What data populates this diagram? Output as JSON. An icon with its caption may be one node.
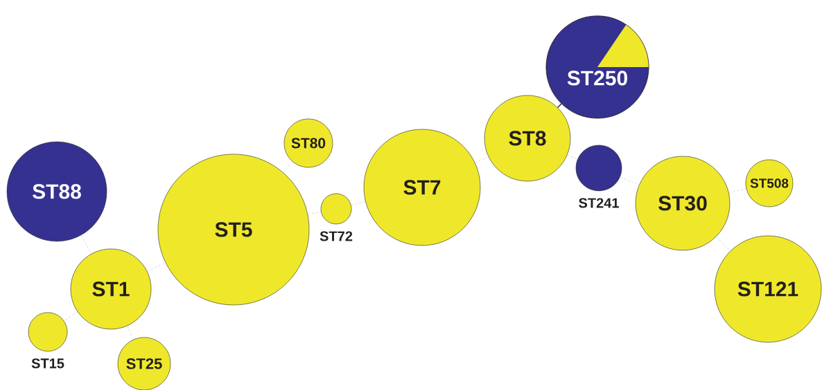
{
  "diagram": {
    "nodes": [
      {
        "text": [
          "ST88"
        ]
      },
      {
        "text": [
          "ST1"
        ]
      },
      {
        "text": [
          "ST15"
        ]
      },
      {
        "text": [
          "ST25"
        ]
      },
      {
        "text": [
          "ST5"
        ]
      },
      {
        "text": [
          "ST80"
        ]
      },
      {
        "text": [
          "ST72"
        ]
      },
      {
        "text": [
          "ST7"
        ]
      },
      {
        "text": [
          "ST8"
        ]
      },
      {
        "text": [
          "ST250"
        ]
      },
      {
        "text": [
          "ST241"
        ]
      },
      {
        "text": [
          "ST30"
        ]
      },
      {
        "text": [
          "ST508"
        ]
      },
      {
        "text": [
          "ST121"
        ]
      }
    ],
    "edges": [
      {
        "from": 0,
        "to": 1,
        "arrow": "none",
        "style": "dashed"
      },
      {
        "from": 1,
        "to": 4,
        "arrow": "none",
        "style": "dashed"
      },
      {
        "from": 1,
        "to": 2,
        "arrow": "none",
        "style": "dashed"
      },
      {
        "from": 1,
        "to": 3,
        "arrow": "none",
        "style": "dashed"
      },
      {
        "from": 4,
        "to": 5,
        "arrow": "none",
        "style": "dashed"
      },
      {
        "from": 4,
        "to": 6,
        "arrow": "none",
        "style": "dashed"
      },
      {
        "from": 6,
        "to": 7,
        "arrow": "none",
        "style": "dashed"
      },
      {
        "from": 7,
        "to": 8,
        "arrow": "none",
        "style": "dashed"
      },
      {
        "from": 8,
        "to": 9,
        "arrow": "none",
        "color": "#231f20"
      },
      {
        "from": 8,
        "to": 10,
        "arrow": "none",
        "style": "dashed"
      },
      {
        "from": 10,
        "to": 11,
        "arrow": "none",
        "style": "dashed"
      },
      {
        "from": 11,
        "to": 12,
        "arrow": "none",
        "style": "dashed"
      },
      {
        "from": 11,
        "to": 13,
        "arrow": "none",
        "style": "dashed"
      }
    ]
  }
}
